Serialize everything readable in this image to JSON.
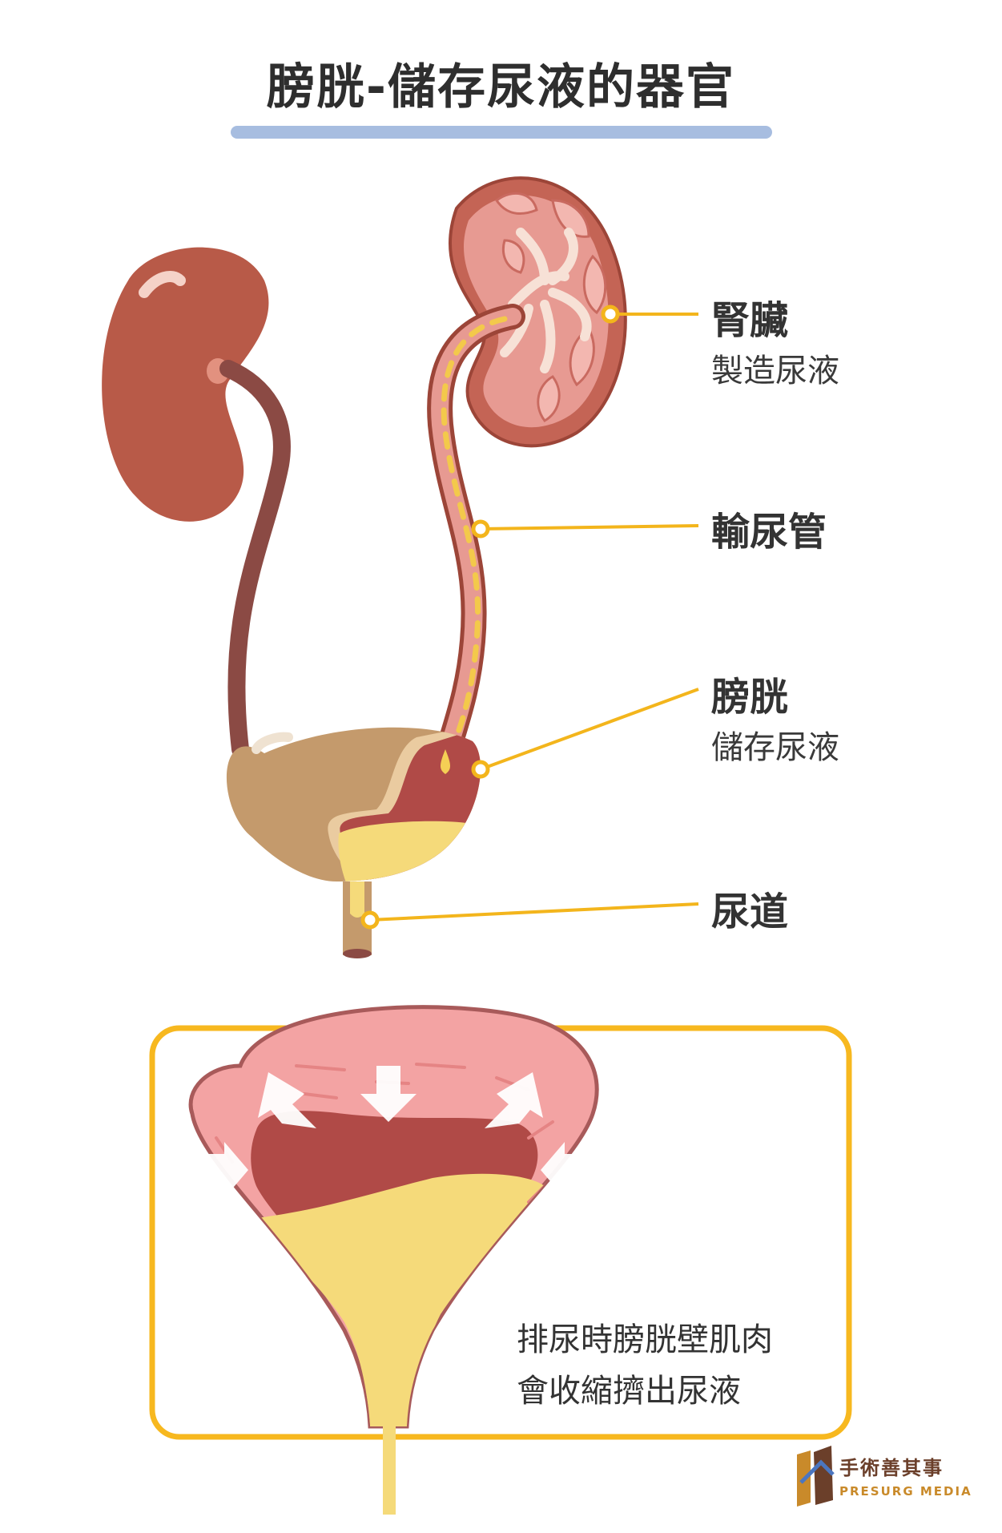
{
  "title": "膀胱-儲存尿液的器官",
  "labels": {
    "kidney": {
      "name": "腎臟",
      "desc": "製造尿液"
    },
    "ureter": {
      "name": "輸尿管"
    },
    "bladder": {
      "name": "膀胱",
      "desc": "儲存尿液"
    },
    "urethra": {
      "name": "尿道"
    }
  },
  "inset_note": [
    "排尿時膀胱壁肌肉",
    "會收縮擠出尿液"
  ],
  "brand": {
    "name_zh": "手術善其事",
    "name_en": "PRESURG MEDIA"
  },
  "colors": {
    "title_underline": "#a7bde0",
    "leader_line": "#f3b51c",
    "kidney": "#b85a48",
    "bladder": "#c49a6c",
    "urine": "#f5da7a",
    "inset_border": "#f7b81f",
    "bladder_wall": "#f3a3a3"
  }
}
